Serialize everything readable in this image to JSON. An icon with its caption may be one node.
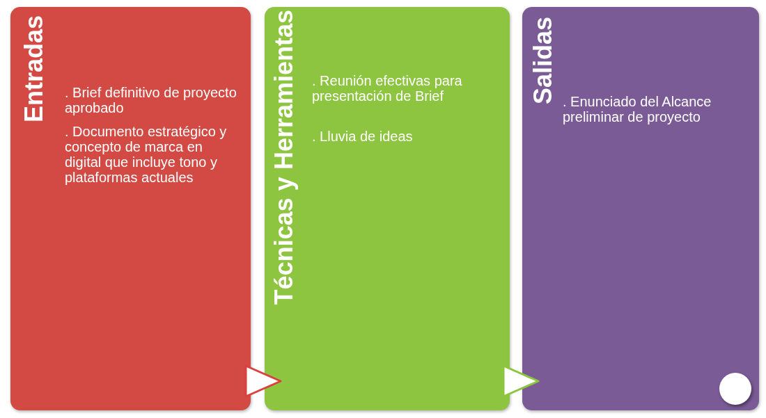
{
  "diagram": {
    "nodes": [
      {
        "text": [
          "Entradas",
          ". Brief definitivo de proyecto aprobado",
          ". Documento estratégico y concepto de marca en digital que incluye tono y plataformas actuales"
        ]
      },
      {
        "text": [
          "Técnicas y Herramientas",
          ". Reunión efectivas para presentación de Brief",
          ". Lluvia de ideas"
        ]
      },
      {
        "text": [
          "Salidas",
          ". Enunciado del Alcance preliminar de proyecto"
        ]
      },
      {
        "text": [],
        "shape": "circle",
        "in": 2
      }
    ],
    "edges": [
      {
        "from": 0,
        "to": 1,
        "arrow": "to",
        "color": "#d9413f"
      },
      {
        "from": 1,
        "to": 2,
        "arrow": "to",
        "color": "#8cc63f"
      }
    ]
  }
}
